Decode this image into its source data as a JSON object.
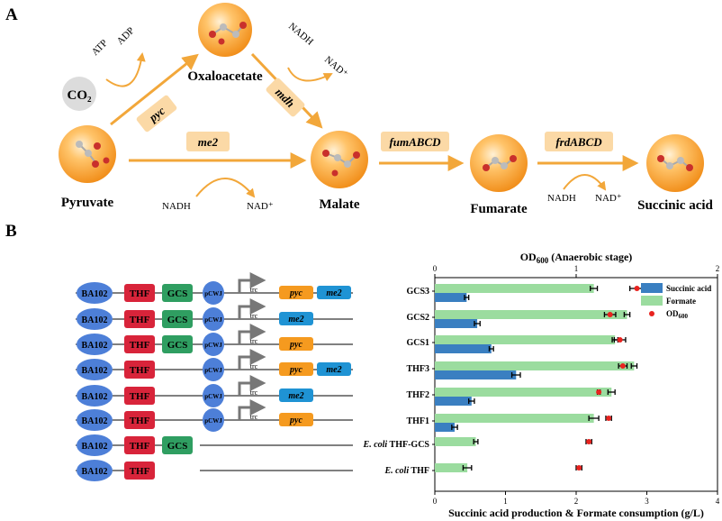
{
  "panel_a": {
    "label": "A",
    "metabolites": {
      "oxaloacetate": "Oxaloacetate",
      "pyruvate": "Pyruvate",
      "malate": "Malate",
      "fumarate": "Fumarate",
      "succinic": "Succinic acid"
    },
    "enzymes": {
      "pyc": "pyc",
      "mdh": "mdh",
      "me2": "me2",
      "fum": "fumABCD",
      "frd": "frdABCD"
    },
    "cofactors": {
      "co2": "CO₂",
      "atp": "ATP",
      "adp": "ADP",
      "nadh_mdh": "NADH",
      "nad_mdh": "NAD⁺",
      "nadh_me2": "NADH",
      "nad_me2": "NAD⁺",
      "nadh_frd": "NADH",
      "nad_frd": "NAD⁺"
    }
  },
  "panel_b": {
    "label": "B",
    "constructs": [
      {
        "parts": [
          "BA102",
          "THF",
          "GCS",
          "pCWJ",
          "trc",
          "pyc",
          "me2"
        ]
      },
      {
        "parts": [
          "BA102",
          "THF",
          "GCS",
          "pCWJ",
          "trc",
          "me2"
        ]
      },
      {
        "parts": [
          "BA102",
          "THF",
          "GCS",
          "pCWJ",
          "trc",
          "pyc"
        ]
      },
      {
        "parts": [
          "BA102",
          "THF",
          "pCWJ",
          "trc",
          "pyc",
          "me2"
        ]
      },
      {
        "parts": [
          "BA102",
          "THF",
          "pCWJ",
          "trc",
          "me2"
        ]
      },
      {
        "parts": [
          "BA102",
          "THF",
          "pCWJ",
          "trc",
          "pyc"
        ]
      },
      {
        "parts": [
          "BA102",
          "THF",
          "GCS"
        ]
      },
      {
        "parts": [
          "BA102",
          "THF"
        ]
      }
    ]
  },
  "chart_data": {
    "type": "bar",
    "orientation": "horizontal",
    "categories": [
      "GCS3",
      "GCS2",
      "GCS1",
      "THF3",
      "THF2",
      "THF1",
      "E. coli THF-GCS",
      "E. coli THF"
    ],
    "category_labels": [
      {
        "italic": "",
        "text": "GCS3"
      },
      {
        "italic": "",
        "text": "GCS2"
      },
      {
        "italic": "",
        "text": "GCS1"
      },
      {
        "italic": "",
        "text": "THF3"
      },
      {
        "italic": "",
        "text": "THF2"
      },
      {
        "italic": "",
        "text": "THF1"
      },
      {
        "italic": "E. coli",
        "text": " THF-GCS"
      },
      {
        "italic": "E. coli",
        "text": " THF"
      }
    ],
    "series": [
      {
        "name": "Succinic acid",
        "color": "#3a7fc1",
        "values": [
          0.45,
          0.6,
          0.8,
          1.15,
          0.52,
          0.28,
          null,
          null
        ],
        "errors": [
          0.03,
          0.04,
          0.03,
          0.06,
          0.04,
          0.04,
          null,
          null
        ]
      },
      {
        "name": "Formate",
        "color": "#9bdc9f",
        "values": [
          2.25,
          2.72,
          2.55,
          2.82,
          2.5,
          2.25,
          0.58,
          0.46
        ],
        "errors": [
          0.05,
          0.04,
          0.04,
          0.04,
          0.05,
          0.07,
          0.03,
          0.06
        ]
      }
    ],
    "od600": {
      "name": "OD",
      "sub": "600",
      "color": "#e8231f",
      "values": [
        1.43,
        1.24,
        1.31,
        1.33,
        1.16,
        1.23,
        1.09,
        1.02
      ],
      "errors": [
        0.05,
        0.04,
        0.04,
        0.03,
        0.01,
        0.02,
        0.02,
        0.02
      ]
    },
    "xlabel": "Succinic acid production & Formate consumption (g/L)",
    "xlim": [
      0,
      4
    ],
    "xticks": [
      0,
      1,
      2,
      3,
      4
    ],
    "top_axis": {
      "label_main": "OD",
      "label_sub": "600",
      "label_rest": " (Anaerobic stage)",
      "lim": [
        0,
        2
      ],
      "ticks": [
        0,
        1,
        2
      ]
    },
    "legend": "top-right"
  }
}
